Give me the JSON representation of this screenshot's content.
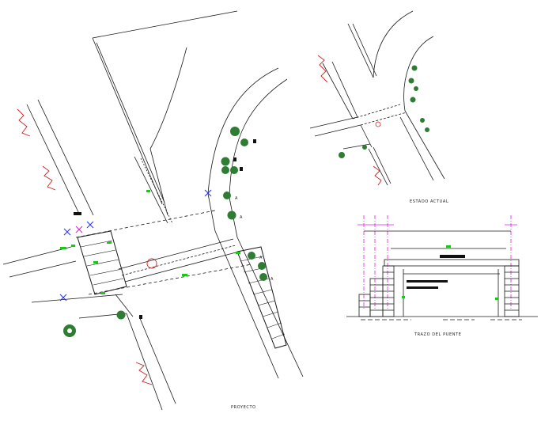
{
  "captions": {
    "proyecto": "PROYECTO",
    "estado_actual": "ESTADO ACTUAL",
    "trazo_puente": "TRAZO DEL PUENTE"
  },
  "tree_tag": "A",
  "colors": {
    "line": "#1a1a1a",
    "tree": "#2e7d32",
    "tree_dark": "#1b5e20",
    "marker_green": "#19c819",
    "marker_blue": "#2233ee",
    "marker_magenta": "#cc22cc",
    "marker_red": "#d02020",
    "axis_magenta": "#dd22dd"
  }
}
